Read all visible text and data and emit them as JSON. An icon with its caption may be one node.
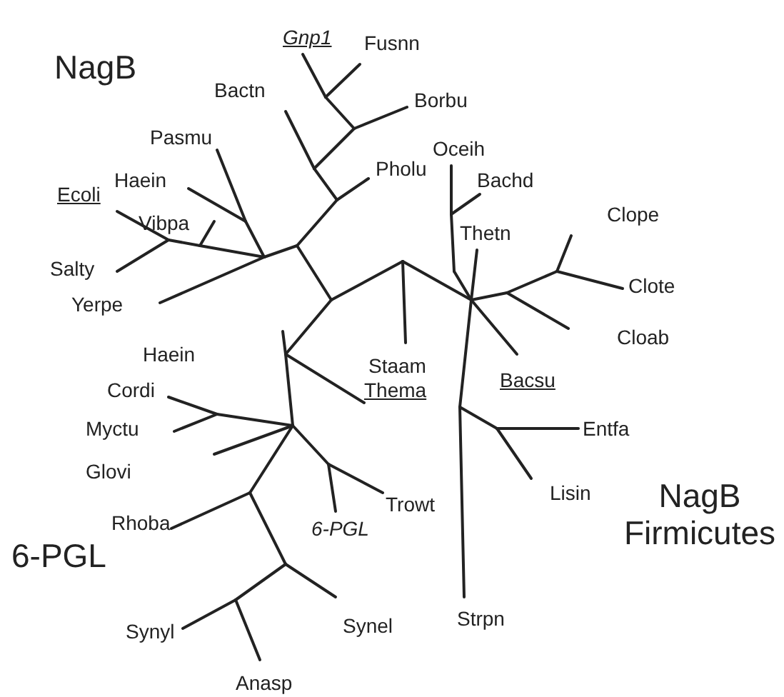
{
  "diagram": {
    "labels": [
      "NagB",
      "Gnp1",
      "Fusnn",
      "Bactn",
      "Borbu",
      "Pasmu",
      "Haein",
      "Pholu",
      "Ecoli",
      "Oceih",
      "Vibpa",
      "Bachd",
      "Clope",
      "Thetn",
      "Salty",
      "Clote",
      "Yerpe",
      "Cloab",
      "Staam",
      "Haein",
      "Thema",
      "Bacsu",
      "Cordi",
      "Entfa",
      "Myctu",
      "Glovi",
      "Lisin",
      "6-PGL",
      "Trowt",
      "NagB Firmicutes",
      "Rhoba",
      "6-PGL",
      "Strpn",
      "Synyl",
      "Synel",
      "Anasp"
    ]
  }
}
